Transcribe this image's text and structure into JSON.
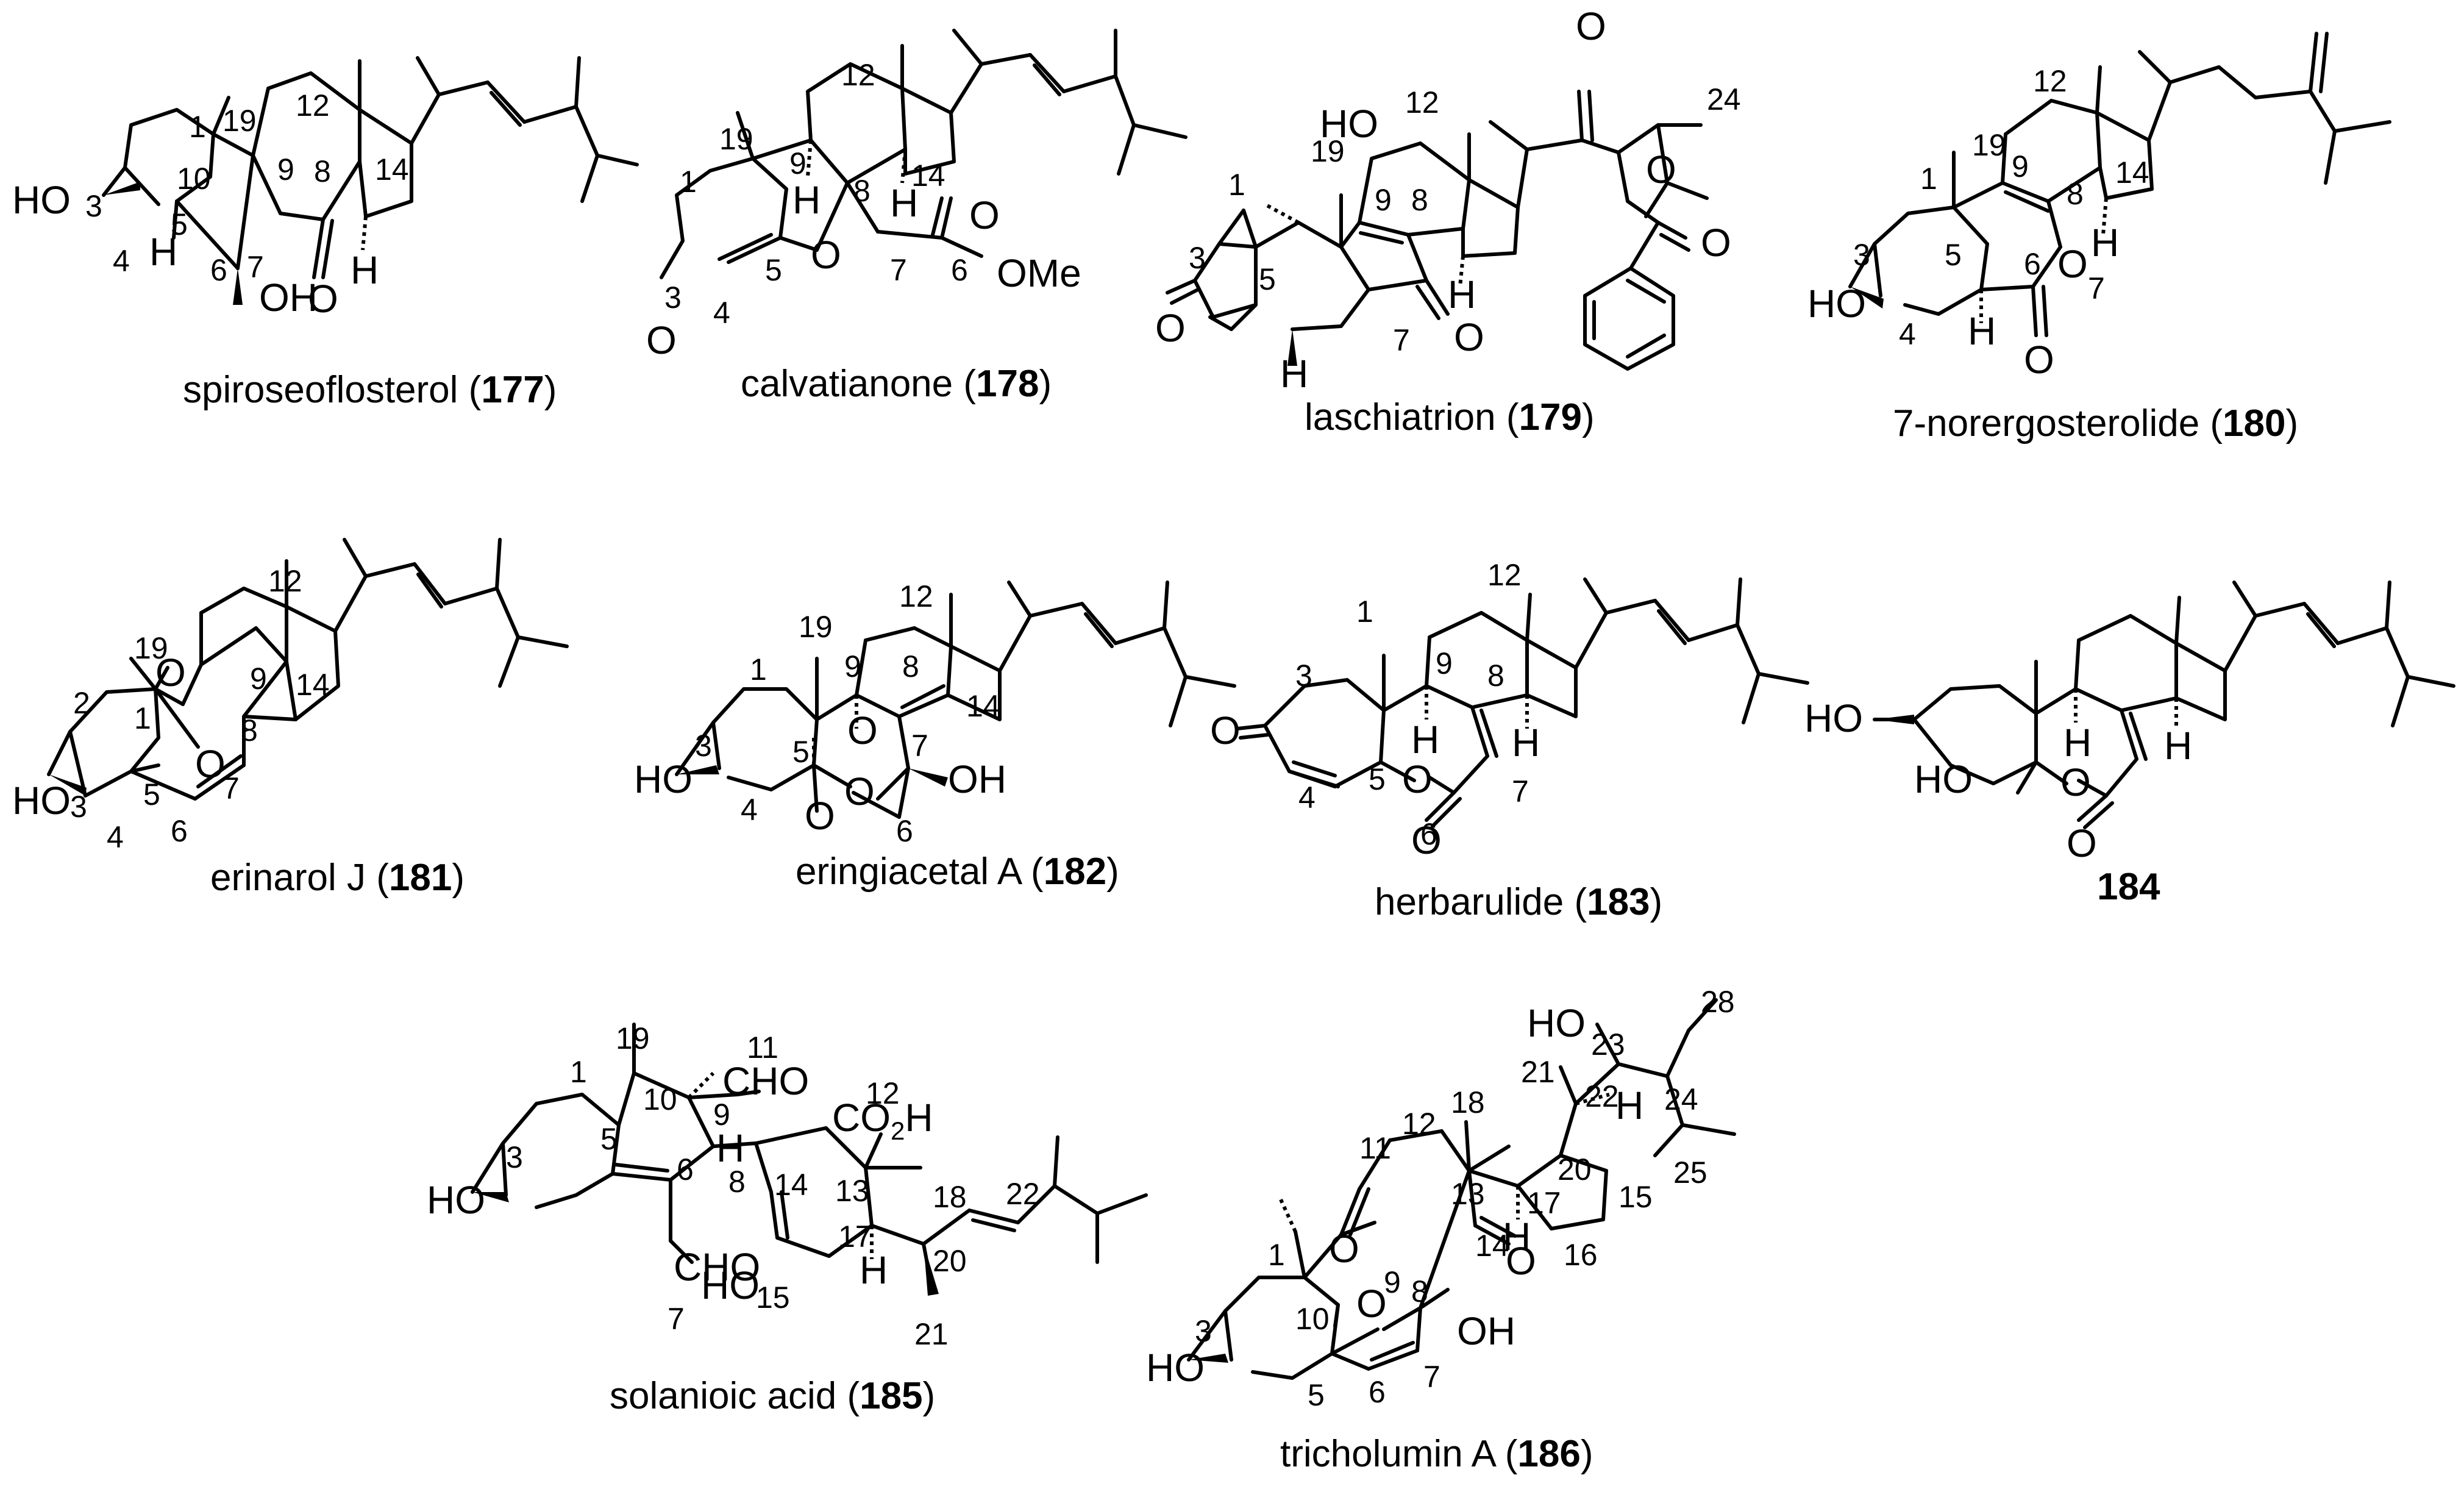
{
  "compounds": [
    {
      "name": "spiroseoflosterol (",
      "num": "177",
      "close": ")",
      "labels": {
        "ho3": "HO",
        "oh7": "OH",
        "o8": "O",
        "h5": "H",
        "h14": "H",
        "n1": "1",
        "n19": "19",
        "n12": "12",
        "n10": "10",
        "n9": "9",
        "n8": "8",
        "n14": "14",
        "n3": "3",
        "n5": "5",
        "n4": "4",
        "n6": "6",
        "n7": "7"
      }
    },
    {
      "name": "calvatianone (",
      "num": "178",
      "close": ")",
      "labels": {
        "o3": "O",
        "ome": "OMe",
        "o6": "O",
        "oring": "O",
        "h9": "H",
        "h14": "H",
        "n12": "12",
        "n19": "19",
        "n1": "1",
        "n9": "9",
        "n8": "8",
        "n14": "14",
        "n3": "3",
        "n4": "4",
        "n5": "5",
        "n7": "7",
        "n6": "6"
      }
    },
    {
      "name": "laschiatrion (",
      "num": "179",
      "close": ")",
      "labels": {
        "ho11": "HO",
        "o22": "O",
        "o23": "O",
        "obz": "O",
        "o7": "O",
        "o3": "O",
        "h5": "H",
        "h14": "H",
        "n12": "12",
        "n24": "24",
        "n19": "19",
        "n1": "1",
        "n9": "9",
        "n8": "8",
        "n3": "3",
        "n5": "5",
        "n7": "7"
      }
    },
    {
      "name": "7-norergosterolide (",
      "num": "180",
      "close": ")",
      "labels": {
        "ho3": "HO",
        "o7": "O",
        "o6": "O",
        "h5": "H",
        "h14": "H",
        "n12": "12",
        "n19": "19",
        "n1": "1",
        "n9": "9",
        "n8": "8",
        "n14": "14",
        "n3": "3",
        "n5": "5",
        "n6": "6",
        "n7": "7",
        "n4": "4"
      }
    },
    {
      "name": "erinarol J (",
      "num": "181",
      "close": ")",
      "labels": {
        "ho3": "HO",
        "o1": "O",
        "o2": "O",
        "n19": "19",
        "n12": "12",
        "n9": "9",
        "n2": "2",
        "n1": "1",
        "n14": "14",
        "n8": "8",
        "n3": "3",
        "n5": "5",
        "n4": "4",
        "n6": "6",
        "n7": "7"
      }
    },
    {
      "name": "eringiacetal A (",
      "num": "182",
      "close": ")",
      "labels": {
        "ho3": "HO",
        "oh7": "OH",
        "o9": "O",
        "o5": "O",
        "omid": "O",
        "n12": "12",
        "n19": "19",
        "n1": "1",
        "n9": "9",
        "n8": "8",
        "n14": "14",
        "n3": "3",
        "n5": "5",
        "n7": "7",
        "n4": "4",
        "n6": "6"
      }
    },
    {
      "name": "herbarulide (",
      "num": "183",
      "close": ")",
      "labels": {
        "o3": "O",
        "o5": "O",
        "o6": "O",
        "h9": "H",
        "h14": "H",
        "n12": "12",
        "n1": "1",
        "n9": "9",
        "n8": "8",
        "n3": "3",
        "n4": "4",
        "n5": "5",
        "n6": "6",
        "n7": "7"
      }
    },
    {
      "name": "",
      "num": "184",
      "close": "",
      "labels": {
        "ho3": "HO",
        "ho5": "HO",
        "o5": "O",
        "o6": "O",
        "h9": "H",
        "h14": "H"
      }
    },
    {
      "name": "solanioic acid (",
      "num": "185",
      "close": ")",
      "labels": {
        "ho3": "HO",
        "cho11": "CHO",
        "co2h": "CO",
        "co2h_sub": "2",
        "co2h_h": "H",
        "cho7": "CHO",
        "ho15": "HO",
        "h8": "H",
        "h17": "H",
        "n19": "19",
        "n1": "1",
        "n10": "10",
        "n11": "11",
        "n9": "9",
        "n12": "12",
        "n3": "3",
        "n5": "5",
        "n6": "6",
        "n8": "8",
        "n14": "14",
        "n13": "13",
        "n18": "18",
        "n22": "22",
        "n17": "17",
        "n7": "7",
        "n15": "15",
        "n20": "20",
        "n21": "21"
      }
    },
    {
      "name": "tricholumin A (",
      "num": "186",
      "close": ")",
      "labels": {
        "ho23": "HO",
        "ho3": "HO",
        "oh8": "OH",
        "o11": "O",
        "o14": "O",
        "o9": "O",
        "h22": "H",
        "h17": "H",
        "n28": "28",
        "n23": "23",
        "n24": "24",
        "n21": "21",
        "n22": "22",
        "n18": "18",
        "n25": "25",
        "n20": "20",
        "n11": "11",
        "n12": "12",
        "n13": "13",
        "n17": "17",
        "n15": "15",
        "n14": "14",
        "n16": "16",
        "n1": "1",
        "n9": "9",
        "n8": "8",
        "n10": "10",
        "n3": "3",
        "n5": "5",
        "n6": "6",
        "n7": "7"
      }
    }
  ]
}
